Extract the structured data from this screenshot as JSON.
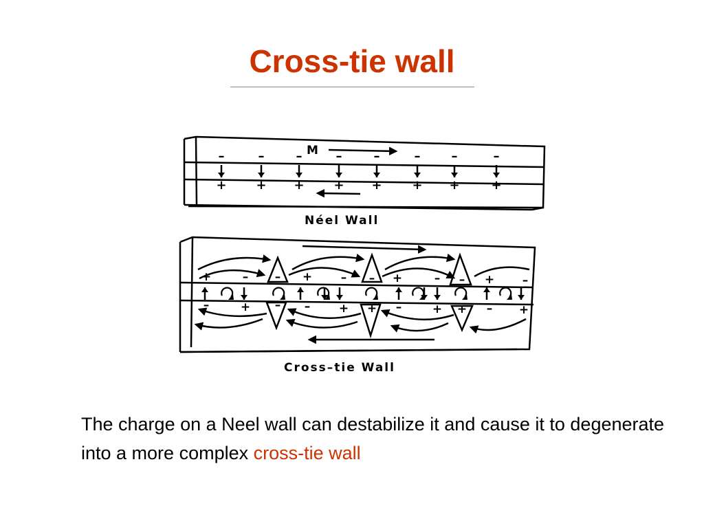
{
  "title": "Cross-tie wall",
  "colors": {
    "accent": "#cc3300",
    "ink": "#000000"
  },
  "diagram": {
    "neel": {
      "label": "Néel Wall",
      "magnetization_label": "M",
      "minus": "–",
      "plus": "+"
    },
    "crosstie": {
      "label": "Cross–tie Wall",
      "minus": "–",
      "plus": "+"
    }
  },
  "caption": {
    "text": "The charge on a Neel wall can destabilize it and cause it to degenerate into a more complex ",
    "highlight": "cross-tie wall"
  }
}
